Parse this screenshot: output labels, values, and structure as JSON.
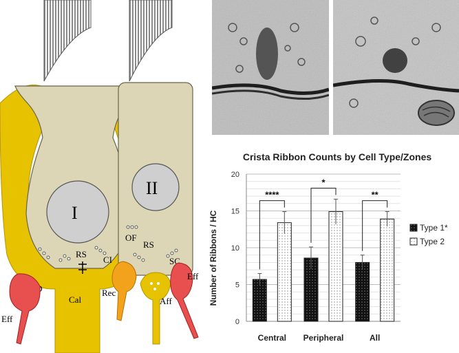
{
  "diagram": {
    "cell_labels": {
      "type1": "I",
      "type2": "II"
    },
    "labels": {
      "rs1": "RS",
      "ci": "CI",
      "psd": "PsD",
      "cal": "Cal",
      "eff_left": "Eff",
      "of": "OF",
      "rs2": "RS",
      "sc": "SC",
      "rec": "Rec",
      "eff_right": "Eff",
      "aff": "Aff"
    },
    "colors": {
      "cell_fill": "#ddd6b6",
      "calyx": "#e6c200",
      "nucleus": "#cfcfcf",
      "efferent": "#e84f4f",
      "rec": "#f3a21c",
      "hair": "#8a8a8a"
    }
  },
  "micrographs": [
    {
      "name": "em-left",
      "tone": "#b9b9b9"
    },
    {
      "name": "em-right",
      "tone": "#c2c2c2"
    }
  ],
  "chart_data": {
    "type": "bar",
    "title": "Crista Ribbon Counts by Cell Type/Zones",
    "ylabel": "Number of Ribbons / HC",
    "xlabel": "",
    "categories": [
      "Central",
      "Peripheral",
      "All"
    ],
    "ylim": [
      0,
      20
    ],
    "yticks": [
      "0",
      "5",
      "10",
      "15",
      "20"
    ],
    "grid": true,
    "legend_position": "right",
    "series": [
      {
        "name": "Type 1*",
        "values": [
          5.7,
          8.6,
          8.0
        ],
        "errors": [
          0.8,
          1.5,
          1.0
        ],
        "pattern": "dark-dots"
      },
      {
        "name": "Type 2",
        "values": [
          13.4,
          14.9,
          13.9
        ],
        "errors": [
          1.5,
          1.7,
          1.0
        ],
        "pattern": "light-dots"
      }
    ],
    "significance": [
      "****",
      "*",
      "**"
    ]
  }
}
